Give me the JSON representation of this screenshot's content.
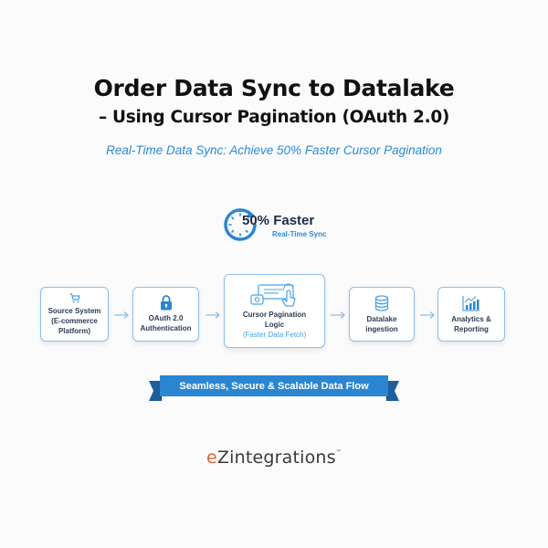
{
  "title": {
    "line1": "Order Data Sync to Datalake",
    "line2": "– Using Cursor Pagination (OAuth 2.0)"
  },
  "subtitle": "Real-Time Data Sync: Achieve 50% Faster Cursor Pagination",
  "badge": {
    "icon": "stopwatch-arrow-icon",
    "headline": "50% Faster",
    "caption": "Real-Time Sync"
  },
  "flow": {
    "steps": [
      {
        "icon": "shopping-cart-icon",
        "lines": [
          "Source System",
          "(E-commerce",
          "Platform)"
        ]
      },
      {
        "icon": "padlock-icon",
        "lines": [
          "OAuth 2.0",
          "Authentication"
        ]
      },
      {
        "icon": "cursor-click-window-icon",
        "lines": [
          "Cursor Pagination",
          "Logic"
        ],
        "accent": "(Faster Data Fetch)"
      },
      {
        "icon": "database-icon",
        "lines": [
          "Datalake",
          "ingestion"
        ]
      },
      {
        "icon": "bar-chart-icon",
        "lines": [
          "Analytics &",
          "Reporting"
        ]
      }
    ],
    "arrow_icon": "arrow-right-icon"
  },
  "ribbon": {
    "label": "Seamless, Secure & Scalable Data Flow"
  },
  "logo": {
    "prefix": "e",
    "main": "Zintegrations",
    "trademark": "™"
  },
  "colors": {
    "accent_blue": "#2b86d1",
    "light_blue": "#4aa3e6",
    "box_border": "#8dbde6",
    "title": "#111111",
    "logo_orange": "#e2622b"
  }
}
